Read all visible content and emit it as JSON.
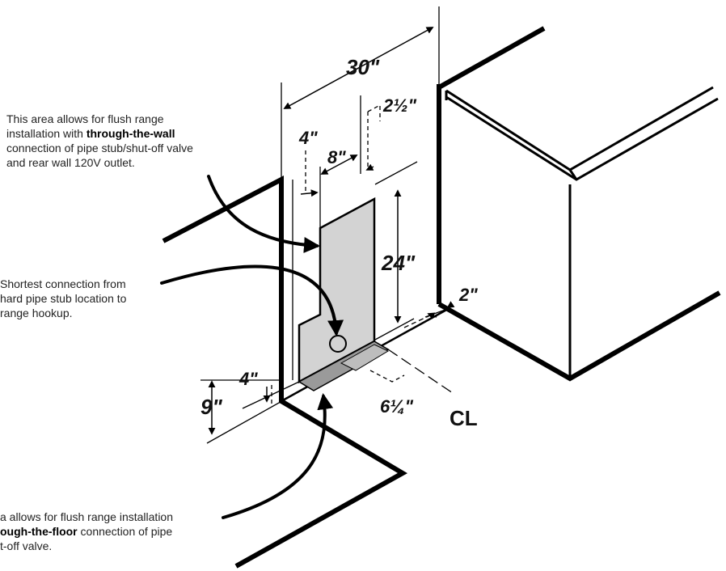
{
  "dimensions": {
    "width": "30\"",
    "offset": "2½\"",
    "left_zone": "4\"",
    "zone_width": "8\"",
    "zone_height": "24\"",
    "side_gap": "2\"",
    "floor_height": "9\"",
    "floor_offset": "4\"",
    "floor_depth": "6¼\"",
    "centerline": "CL"
  },
  "notes": {
    "wall": {
      "line1": "This area allows for flush range",
      "line2_pre": "installation with ",
      "line2_bold": "through-the-wall",
      "line3": "connection of pipe stub/shut-off valve",
      "line4": "and rear wall 120V outlet."
    },
    "shortest": {
      "line1": "Shortest connection from",
      "line2": "hard pipe stub location to",
      "line3": "range hookup."
    },
    "floor": {
      "line1": "a allows for flush range installation",
      "line2_bold": "ough-the-floor",
      "line2_post": " connection of pipe",
      "line3": "t-off valve."
    }
  }
}
